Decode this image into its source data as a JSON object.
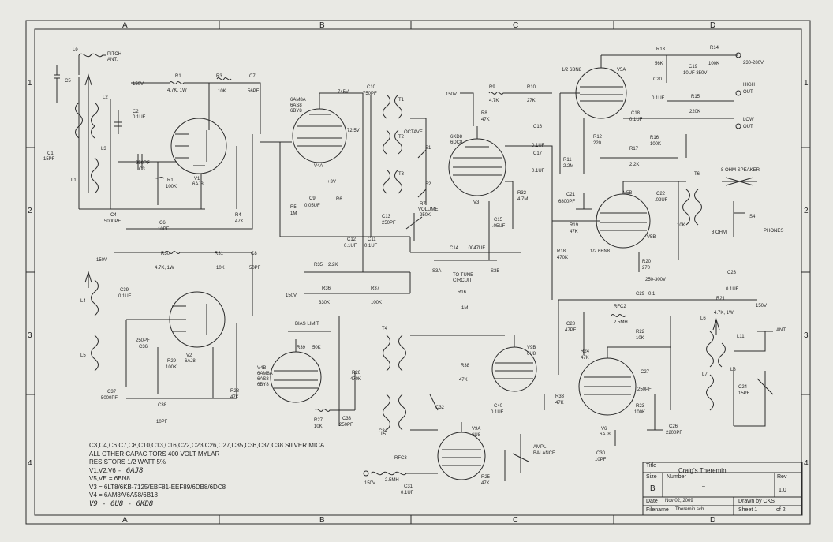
{
  "frame": {
    "columns": [
      "A",
      "B",
      "C",
      "D"
    ],
    "rows": [
      "1",
      "2",
      "3",
      "4"
    ]
  },
  "title_block": {
    "title_label": "Title",
    "title": "Craig's Theremin",
    "size_label": "Size",
    "size": "B",
    "number_label": "Number",
    "number": "–",
    "rev_label": "Rev",
    "rev": "1.0",
    "date_label": "Date",
    "date": "Nov 02, 2009",
    "drawn_by": "Drawn by CKS",
    "filename_label": "Filename",
    "filename": "Theremin.sch",
    "sheet": "Sheet 1",
    "of": "of 2"
  },
  "notes": {
    "line1": "C3,C4,C6,C7,C8,C10,C13,C16,C22,C23,C26,C27,C35,C36,C37,C38 SILVER MICA",
    "line2": "ALL OTHER CAPACITORS 400 VOLT MYLAR",
    "line3": "RESISTORS 1/2 WATT 5%",
    "line4": "V1,V2,V6",
    "line4_hw": "- 6AJ8",
    "line5": "V5,VE = 6BN8",
    "line6": "V3 = 6LT8/6KB-7125/EBF81-EEF89/6DB8/6DC8",
    "line7": "V4 = 6AM8A/6A58/6B18",
    "line8_hw": "V9 - 6U8 - 6KD8"
  },
  "labels": [
    {
      "id": "L9",
      "text": "L9"
    },
    {
      "id": "pitch",
      "text": "PITCH"
    },
    {
      "id": "ant1",
      "text": "ANT."
    },
    {
      "id": "C5",
      "text": "C5"
    },
    {
      "id": "L2",
      "text": "L2"
    },
    {
      "id": "C2",
      "text": "C2"
    },
    {
      "id": "C2v",
      "text": "0.1UF"
    },
    {
      "id": "C1",
      "text": "C1"
    },
    {
      "id": "C1v",
      "text": "15PF"
    },
    {
      "id": "L3",
      "text": "L3"
    },
    {
      "id": "L1",
      "text": "L1"
    },
    {
      "id": "C3v",
      "text": "250PF"
    },
    {
      "id": "C3",
      "text": "C3"
    },
    {
      "id": "C4",
      "text": "C4"
    },
    {
      "id": "C4v",
      "text": "5000PF"
    },
    {
      "id": "v150a",
      "text": "150V"
    },
    {
      "id": "R1top",
      "text": "R1"
    },
    {
      "id": "R1topv",
      "text": "4.7K, 1W"
    },
    {
      "id": "R3",
      "text": "R3"
    },
    {
      "id": "R3v",
      "text": "10K"
    },
    {
      "id": "C7",
      "text": "C7"
    },
    {
      "id": "C7v",
      "text": "56PF"
    },
    {
      "id": "R1",
      "text": "R1"
    },
    {
      "id": "R1v",
      "text": "100K"
    },
    {
      "id": "V1",
      "text": "V1"
    },
    {
      "id": "V1t",
      "text": "6AJ8"
    },
    {
      "id": "C6",
      "text": "C6"
    },
    {
      "id": "C6v",
      "text": "10PF"
    },
    {
      "id": "R4",
      "text": "R4"
    },
    {
      "id": "R4v",
      "text": "47K"
    },
    {
      "id": "V4t1",
      "text": "6AM8A"
    },
    {
      "id": "V4t2",
      "text": "6AS8"
    },
    {
      "id": "V4t3",
      "text": "6BY8"
    },
    {
      "id": "v745",
      "text": "745V"
    },
    {
      "id": "v725",
      "text": "72.5V"
    },
    {
      "id": "V4A",
      "text": "V4A"
    },
    {
      "id": "v3",
      "text": "+3V"
    },
    {
      "id": "C9",
      "text": "C9"
    },
    {
      "id": "C9v",
      "text": "0.05UF"
    },
    {
      "id": "R5",
      "text": "R5"
    },
    {
      "id": "R5v",
      "text": "1M"
    },
    {
      "id": "R6",
      "text": "R6"
    },
    {
      "id": "C10",
      "text": "C10"
    },
    {
      "id": "C10v",
      "text": "750PF"
    },
    {
      "id": "T1",
      "text": "T1"
    },
    {
      "id": "octave",
      "text": "OCTAVE"
    },
    {
      "id": "S1",
      "text": "S1"
    },
    {
      "id": "S2",
      "text": "S2"
    },
    {
      "id": "T2",
      "text": "T2"
    },
    {
      "id": "T3",
      "text": "T3"
    },
    {
      "id": "C12",
      "text": "C12"
    },
    {
      "id": "C12v",
      "text": "0.1UF"
    },
    {
      "id": "C11",
      "text": "C11"
    },
    {
      "id": "C11v",
      "text": "0.1UF"
    },
    {
      "id": "C13",
      "text": "C13"
    },
    {
      "id": "C13v",
      "text": "250PF"
    },
    {
      "id": "R7",
      "text": "R7"
    },
    {
      "id": "R7a",
      "text": "VOLUME"
    },
    {
      "id": "R7v",
      "text": "250K"
    },
    {
      "id": "v150b",
      "text": "150V"
    },
    {
      "id": "R9",
      "text": "R9"
    },
    {
      "id": "R9v",
      "text": "4.7K"
    },
    {
      "id": "R8",
      "text": "R8"
    },
    {
      "id": "R8v",
      "text": "47K"
    },
    {
      "id": "R10",
      "text": "R10"
    },
    {
      "id": "R10v",
      "text": "27K"
    },
    {
      "id": "V3t1",
      "text": "6KD8"
    },
    {
      "id": "V3t2",
      "text": "6DC8"
    },
    {
      "id": "V3",
      "text": "V3"
    },
    {
      "id": "R32",
      "text": "R32"
    },
    {
      "id": "R32v",
      "text": "4.7M"
    },
    {
      "id": "C15",
      "text": "C15"
    },
    {
      "id": "C15v",
      "text": ".05UF"
    },
    {
      "id": "C16",
      "text": "C16"
    },
    {
      "id": "C16v",
      "text": "0.1UF"
    },
    {
      "id": "C17",
      "text": "C17"
    },
    {
      "id": "C17v",
      "text": "0.1UF"
    },
    {
      "id": "C14",
      "text": "C14"
    },
    {
      "id": "C14v",
      ".0047UF": "",
      "text": ".0047UF"
    },
    {
      "id": "S3A",
      "text": "S3A"
    },
    {
      "id": "S3B",
      "text": "S3B"
    },
    {
      "id": "tune1",
      "text": "TO TUNE"
    },
    {
      "id": "tune2",
      "text": "CIRCUIT"
    },
    {
      "id": "V5At",
      "text": "1/2 6BN8"
    },
    {
      "id": "V5A",
      "text": "V5A"
    },
    {
      "id": "R13",
      "text": "R13"
    },
    {
      "id": "R13v",
      "text": "56K"
    },
    {
      "id": "R14",
      "text": "R14"
    },
    {
      "id": "R14v",
      "text": "100K"
    },
    {
      "id": "v230",
      "text": "230-280V"
    },
    {
      "id": "C19",
      "text": "C19"
    },
    {
      "id": "C19v",
      "text": "10UF 350V"
    },
    {
      "id": "C20",
      "text": "C20"
    },
    {
      "id": "C20v",
      "text": "0.1UF"
    },
    {
      "id": "R15",
      "text": "R15"
    },
    {
      "id": "R15v",
      "text": "220K"
    },
    {
      "id": "high",
      "text": "HIGH"
    },
    {
      "id": "out1",
      "text": "OUT"
    },
    {
      "id": "low",
      "text": "LOW"
    },
    {
      "id": "out2",
      "text": "OUT"
    },
    {
      "id": "C18",
      "text": "C18"
    },
    {
      "id": "C18v",
      "text": "0.1UF"
    },
    {
      "id": "R16",
      "text": "R16"
    },
    {
      "id": "R16v",
      "text": "100K"
    },
    {
      "id": "R12",
      "text": "R12"
    },
    {
      "id": "R12v",
      "text": "220"
    },
    {
      "id": "R11",
      "text": "R11"
    },
    {
      "id": "R11v",
      "text": "2.2M"
    },
    {
      "id": "R17",
      "text": "R17"
    },
    {
      "id": "R17v",
      "text": "2.2K"
    },
    {
      "id": "spk",
      "text": "8 OHM SPEAKER"
    },
    {
      "id": "T6",
      "text": "T6"
    },
    {
      "id": "C21",
      "text": "C21"
    },
    {
      "id": "C21v",
      "text": "6800PF"
    },
    {
      "id": "V5B",
      "text": "V5B"
    },
    {
      "id": "C22",
      "text": "C22"
    },
    {
      "id": "C22v",
      ".02UF": "",
      "text": ".02UF"
    },
    {
      "id": "R19",
      "text": "R19"
    },
    {
      "id": "R19v",
      "text": "47K"
    },
    {
      "id": "R18",
      "text": "R18"
    },
    {
      "id": "R18v",
      "text": "470K"
    },
    {
      "id": "V5Bt",
      "text": "1/2 6BN8"
    },
    {
      "id": "V5Bb",
      "text": "V5B"
    },
    {
      "id": "k10",
      "text": "10K"
    },
    {
      "id": "ohm8",
      "text": "8 OHM"
    },
    {
      "id": "S4",
      "text": "S4"
    },
    {
      "id": "phones",
      "text": "PHONES"
    },
    {
      "id": "R20",
      "text": "R20"
    },
    {
      "id": "R20v",
      "text": "270"
    },
    {
      "id": "v250",
      "text": "250-300V"
    },
    {
      "id": "C23",
      "text": "C23"
    },
    {
      "id": "C23v",
      "text": "0.1UF"
    },
    {
      "id": "R21",
      "text": "R21"
    },
    {
      "id": "R21v",
      "text": "4.7K, 1W"
    },
    {
      "id": "v150c",
      "text": "150V"
    },
    {
      "id": "C29",
      "text": "C29"
    },
    {
      "id": "C29v",
      "text": "0.1"
    },
    {
      "id": "RFC2",
      "text": "RFC2"
    },
    {
      "id": "RFC2v",
      "text": "2.5MH"
    },
    {
      "id": "C28",
      "text": "C28"
    },
    {
      "id": "C28v",
      "text": "47PF"
    },
    {
      "id": "R22",
      "text": "R22"
    },
    {
      "id": "R22v",
      "text": "10K"
    },
    {
      "id": "R24",
      "text": "R24"
    },
    {
      "id": "R24v",
      "text": "47K"
    },
    {
      "id": "L6",
      "text": "L6"
    },
    {
      "id": "L11",
      "text": "L11"
    },
    {
      "id": "ant2",
      "text": "ANT."
    },
    {
      "id": "L7",
      "text": "L7"
    },
    {
      "id": "L8",
      "text": "L8"
    },
    {
      "id": "C27",
      "text": "C27"
    },
    {
      "id": "C27v",
      "text": "250PF"
    },
    {
      "id": "C24",
      "text": "C24"
    },
    {
      "id": "C24v",
      "text": "15PF"
    },
    {
      "id": "R23",
      "text": "R23"
    },
    {
      "id": "R23v",
      "text": "100K"
    },
    {
      "id": "C26",
      "text": "C26"
    },
    {
      "id": "C26v",
      "text": "2200PF"
    },
    {
      "id": "V6",
      "text": "V6"
    },
    {
      "id": "V6t",
      "text": "6AJ8"
    },
    {
      "id": "C30",
      "text": "C30"
    },
    {
      "id": "C30v",
      "text": "10PF"
    },
    {
      "id": "R33",
      "text": "R33"
    },
    {
      "id": "R33v",
      "text": "47K"
    },
    {
      "id": "v150d",
      "text": "150V"
    },
    {
      "id": "R30",
      "text": "R30"
    },
    {
      "id": "R30v",
      "text": "4.7K, 1W"
    },
    {
      "id": "R31",
      "text": "R31"
    },
    {
      "id": "R31v",
      "text": "10K"
    },
    {
      "id": "C8",
      "text": "C8"
    },
    {
      "id": "C8v",
      "text": "50PF"
    },
    {
      "id": "L4",
      "text": "L4"
    },
    {
      "id": "C39",
      "text": "C39"
    },
    {
      "id": "C39v",
      "text": "0.1UF"
    },
    {
      "id": "C36v",
      "text": "250PF"
    },
    {
      "id": "C36",
      "text": "C36"
    },
    {
      "id": "L5",
      "text": "L5"
    },
    {
      "id": "R29",
      "text": "R29"
    },
    {
      "id": "R29v",
      "text": "100K"
    },
    {
      "id": "V2",
      "text": "V2"
    },
    {
      "id": "V2t",
      "text": "6AJ8"
    },
    {
      "id": "C37",
      "text": "C37"
    },
    {
      "id": "C37v",
      "text": "5000PF"
    },
    {
      "id": "C38",
      "text": "C38"
    },
    {
      "id": "C38v",
      "text": "10PF"
    },
    {
      "id": "R28",
      "text": "R28"
    },
    {
      "id": "R28v",
      "text": "47K"
    },
    {
      "id": "R35",
      "text": "R35"
    },
    {
      "id": "R35v",
      "text": "2.2K"
    },
    {
      "id": "v150e",
      "text": "150V"
    },
    {
      "id": "R36",
      "text": "R36"
    },
    {
      "id": "R36v",
      "text": "330K"
    },
    {
      "id": "R37",
      "text": "R37"
    },
    {
      "id": "R37v",
      "text": "100K"
    },
    {
      "id": "R16b",
      "text": "R16"
    },
    {
      "id": "R16bv",
      "text": "1M"
    },
    {
      "id": "bias",
      "text": "BIAS LIMIT"
    },
    {
      "id": "R39",
      "text": "R39"
    },
    {
      "id": "R39v",
      "text": "50K"
    },
    {
      "id": "V4Bt1",
      "text": "V4B"
    },
    {
      "id": "V4Bt2",
      "text": "6AM8A"
    },
    {
      "id": "V4Bt3",
      "text": "6AS8"
    },
    {
      "id": "V4Bt4",
      "text": "6BY8"
    },
    {
      "id": "R26",
      "text": "R26"
    },
    {
      "id": "R26v",
      "text": "470K"
    },
    {
      "id": "R27",
      "text": "R27"
    },
    {
      "id": "R27v",
      "text": "10K"
    },
    {
      "id": "C33",
      "text": "C33"
    },
    {
      "id": "C33v",
      "text": "250PF"
    },
    {
      "id": "T4",
      "text": "T4"
    },
    {
      "id": "C32",
      "text": "C32"
    },
    {
      "id": "C34",
      "text": "C34"
    },
    {
      "id": "T5",
      "text": "T5"
    },
    {
      "id": "R38",
      "text": "R38"
    },
    {
      "id": "R38v",
      "text": "47K"
    },
    {
      "id": "V9B",
      "text": "V9B"
    },
    {
      "id": "V9Bt",
      "text": "6U8"
    },
    {
      "id": "C40",
      "text": "C40"
    },
    {
      "id": "C40v",
      "text": "0.1UF"
    },
    {
      "id": "V9A",
      "text": "V9A"
    },
    {
      "id": "V9At",
      "text": "6U8"
    },
    {
      "id": "ampl",
      "text": "AMPL"
    },
    {
      "id": "bal",
      "text": "BALANCE"
    },
    {
      "id": "RFC3",
      "text": "RFC3"
    },
    {
      "id": "RFC3v",
      "text": "2.5MH"
    },
    {
      "id": "v150f",
      "text": "150V"
    },
    {
      "id": "C31",
      "text": "C31"
    },
    {
      "id": "C31v",
      "text": "0.1UF"
    },
    {
      "id": "R25",
      "text": "R25"
    },
    {
      "id": "R25v",
      "text": "47K"
    }
  ]
}
